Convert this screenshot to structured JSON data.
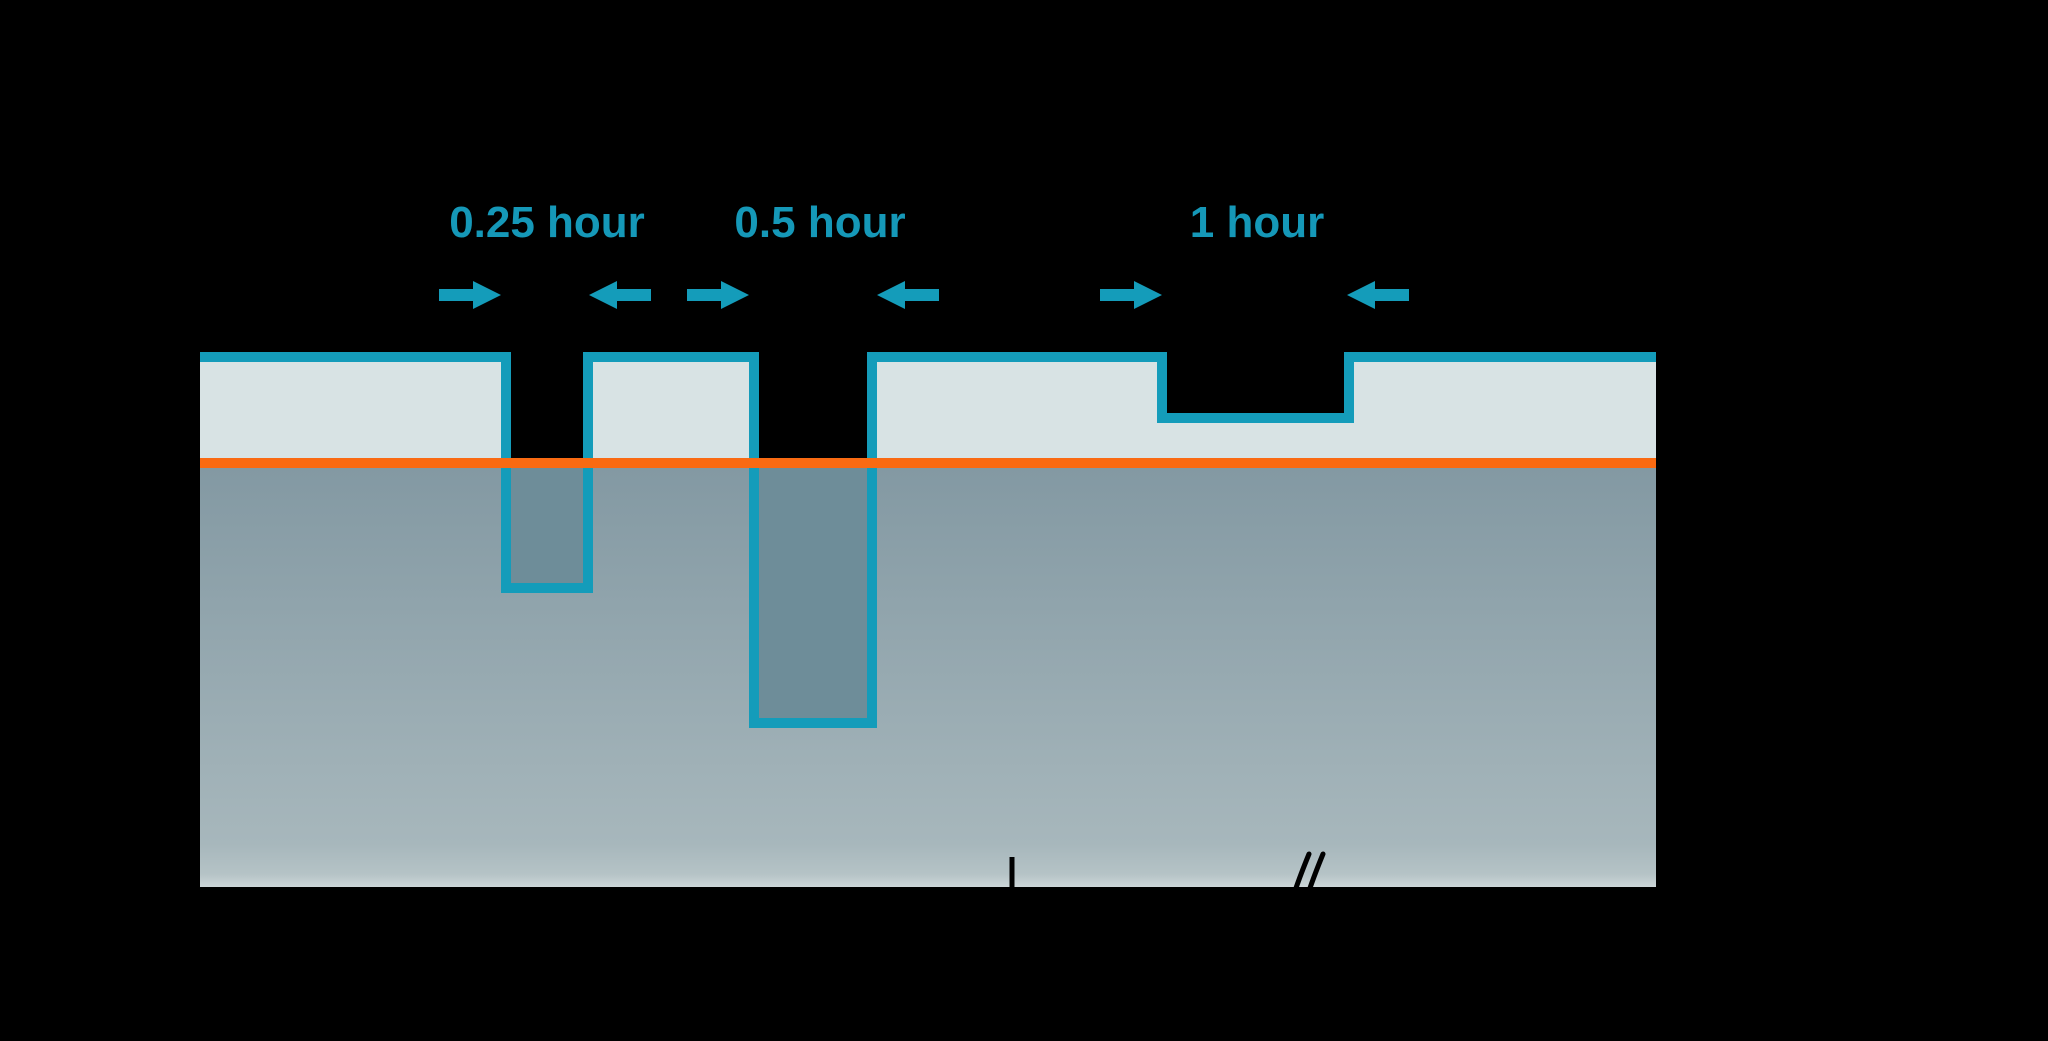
{
  "figure": {
    "labels": {
      "notch1": "0.25 hour",
      "notch2": "0.5 hour",
      "notch3": "1 hour"
    },
    "colors": {
      "teal": "#149CBA",
      "label_text": "#1598B8",
      "threshold_orange": "#F96A12",
      "surface_fill": "#D8E3E4",
      "well_fill": "#6E8D99",
      "depth_gradient_top": "#8298A2",
      "depth_gradient_low": "#A7B7BC",
      "depth_bottom_edge_1": "#B5C3C6",
      "depth_bottom_edge_2": "#CDD6D8",
      "axis_marks": "#000000",
      "background": "#000000"
    },
    "icons": {
      "arrow_right": "arrow-right-icon",
      "arrow_left": "arrow-left-icon",
      "axis_tick": "axis-tick-icon",
      "axis_break": "axis-break-icon"
    }
  }
}
